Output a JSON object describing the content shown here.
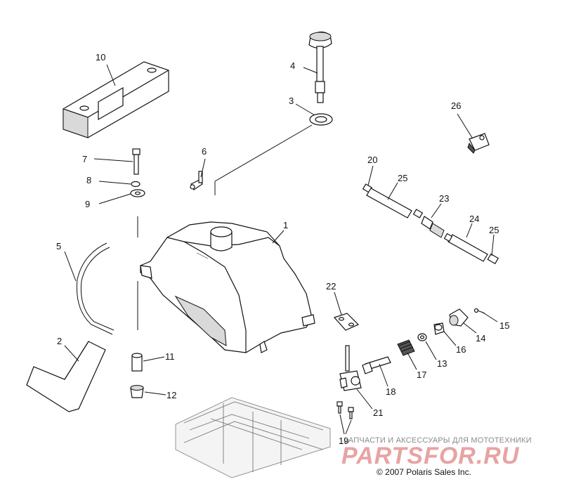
{
  "callouts": {
    "c1": "1",
    "c2": "2",
    "c3": "3",
    "c4": "4",
    "c5": "5",
    "c6": "6",
    "c7": "7",
    "c8": "8",
    "c9": "9",
    "c10": "10",
    "c11": "11",
    "c12": "12",
    "c13": "13",
    "c14": "14",
    "c15": "15",
    "c16": "16",
    "c17": "17",
    "c18": "18",
    "c19": "19",
    "c20": "20",
    "c21": "21",
    "c22": "22",
    "c23": "23",
    "c24": "24",
    "c25a": "25",
    "c25b": "25",
    "c26": "26"
  },
  "watermark": {
    "tagline": "ЗАПЧАСТИ И АКСЕССУАРЫ ДЛЯ МОТОТЕХНИКИ",
    "logo": "PARTSFOR.RU"
  },
  "copyright": "© 2007 Polaris Sales Inc."
}
